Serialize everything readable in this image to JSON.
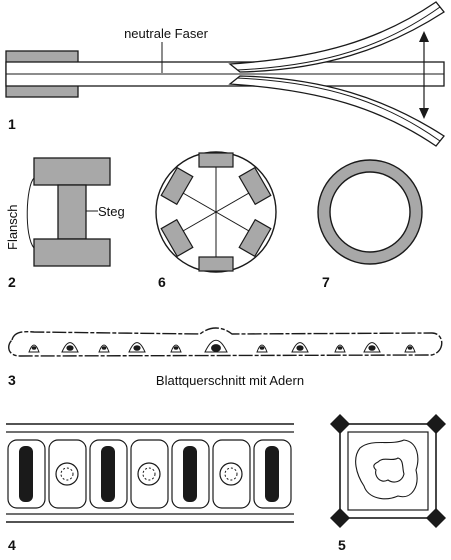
{
  "labels": {
    "neutral_fiber": "neutrale Faser",
    "flange": "Flansch",
    "web": "Steg",
    "leaf_caption": "Blattquerschnitt mit Adern"
  },
  "figure_numbers": {
    "n1": "1",
    "n2": "2",
    "n3": "3",
    "n4": "4",
    "n5": "5",
    "n6": "6",
    "n7": "7"
  },
  "colors": {
    "stroke": "#1a1a1a",
    "gray_fill": "#a8a8a8",
    "dark_fill": "#1a1a1a",
    "background": "#ffffff"
  }
}
